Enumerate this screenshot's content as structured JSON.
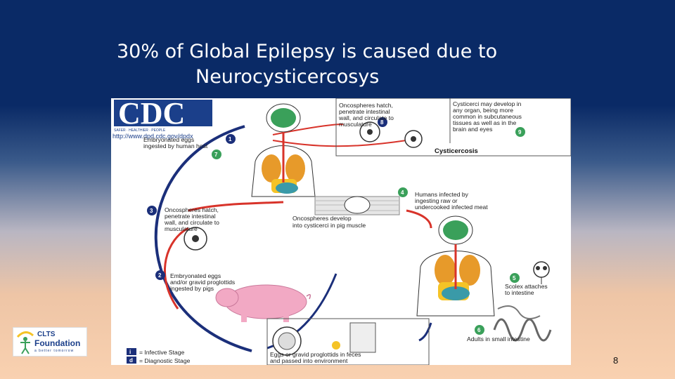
{
  "slide": {
    "title_line1": "30% of Global Epilepsy is caused due to",
    "title_line2": "Neurocysticercosys",
    "page_number": "8"
  },
  "colors": {
    "background_top": "#0a2a66",
    "background_bottom": "#f9d1b0",
    "cdc_blue": "#1b3f8a",
    "stage_badge": "#1b2f7a",
    "organ_orange": "#e79a2a",
    "organ_green": "#3aa05a",
    "arrow_red": "#d8332a",
    "pig_pink": "#f2a9c4",
    "yellow_circle": "#f5c326"
  },
  "logo": {
    "cdc_text": "CDC",
    "cdc_tagline": "SAFER · HEALTHIER · PEOPLE",
    "cdc_url": "http://www.dpd.cdc.gov/dpdx",
    "clts_line1": "CLTS",
    "clts_line2": "Foundation",
    "clts_tagline": "a better tomorrow"
  },
  "lifecycle": {
    "steps": [
      {
        "num": "1",
        "text": [
          "Embryonated eggs",
          "ingested by human host"
        ],
        "badge_num": "7"
      },
      {
        "num": "2",
        "text": [
          "Embryonated eggs",
          "and/or gravid proglottids",
          "ingested by pigs"
        ]
      },
      {
        "num": "3",
        "text": [
          "Oncospheres hatch,",
          "penetrate intestinal",
          "wall, and circulate to",
          "musculature"
        ]
      },
      {
        "num": "4",
        "text": [
          "Humans infected by",
          "ingesting raw or",
          "undercooked infected meat"
        ]
      },
      {
        "num": "5",
        "text": [
          "Scolex attaches",
          "to intestine"
        ]
      },
      {
        "num": "6",
        "text": [
          "Adults in small intestine"
        ]
      },
      {
        "num": "8",
        "text": [
          "Oncospheres hatch,",
          "penetrate intestinal",
          "wall, and circulate to",
          "musculature"
        ]
      },
      {
        "num": "9",
        "text": [
          "Cysticerci may develop in",
          "any organ, being more",
          "common in subcutaneous",
          "tissues as well as in the",
          "brain and eyes"
        ]
      }
    ],
    "pig_muscle_text": [
      "Oncospheres develop",
      "into cysticerci in pig muscle"
    ],
    "cysticercosis_label": "Cysticercosis",
    "environment_text": [
      "Eggs or gravid proglottids in feces",
      "and passed into environment"
    ],
    "legend": [
      {
        "sym": "i",
        "text": "= Infective Stage"
      },
      {
        "sym": "d",
        "text": "= Diagnostic Stage"
      }
    ]
  }
}
